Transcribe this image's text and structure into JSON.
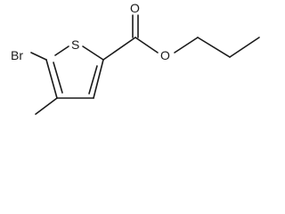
{
  "molecule": {
    "atoms": {
      "bromine": "Br",
      "sulfur": "S",
      "carbonyl_oxygen": "O",
      "ester_oxygen": "O"
    }
  }
}
